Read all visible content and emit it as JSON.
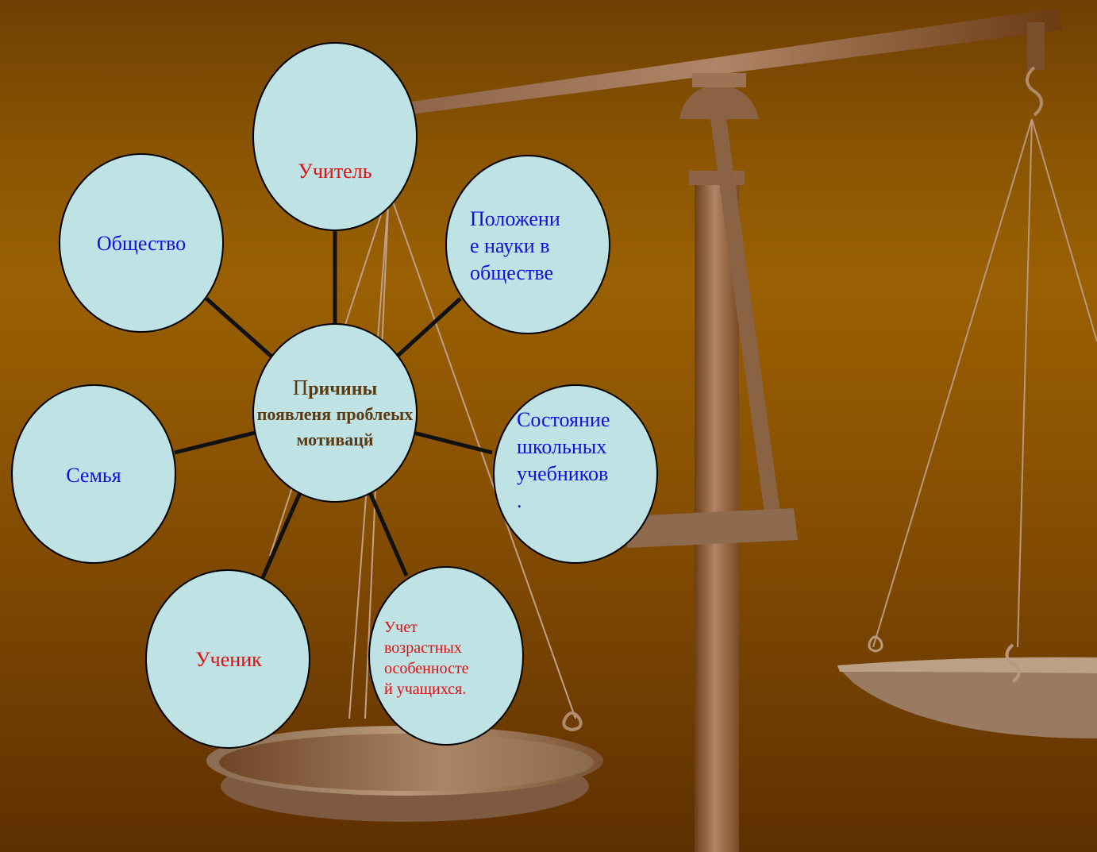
{
  "diagram": {
    "center": {
      "line1_first": "П",
      "line1_rest": "ричины",
      "line2": "появленя",
      "line3": "проблеых",
      "line4": "мотивацй"
    },
    "nodes": {
      "teacher": "Учитель",
      "society": "Общество",
      "science": [
        "Положени",
        "е науки в",
        "обществе"
      ],
      "books": [
        "Состояние",
        "школьных",
        "учебников",
        "."
      ],
      "family": "Семья",
      "pupil": "Ученик",
      "age": [
        "Учет",
        "возрастных",
        "особенносте",
        "й учащихся."
      ]
    }
  },
  "colors": {
    "node_fill": "#bfe2e4",
    "node_stroke": "#000000",
    "connector": "#111111",
    "scale_dark": "#6b3f17",
    "scale_light": "#b48a6a",
    "title_text": "#5a3a12",
    "red_text": "#e01010",
    "blue_text": "#1010e0"
  }
}
